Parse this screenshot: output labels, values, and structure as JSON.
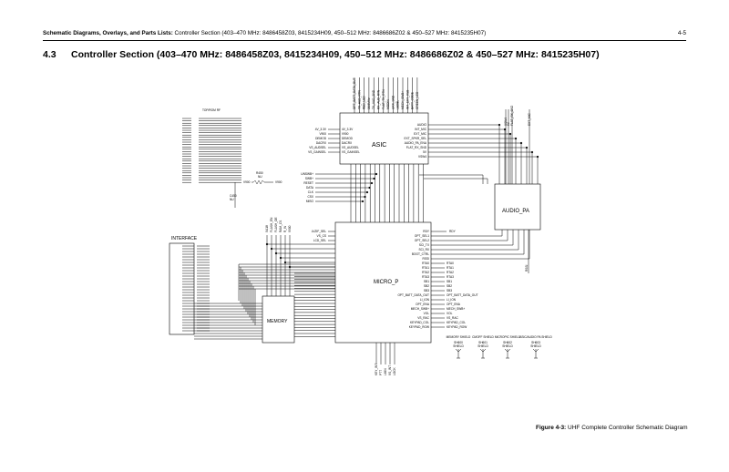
{
  "header": {
    "section_bold": "Schematic Diagrams, Overlays, and Parts Lists:",
    "section_rest": "Controller Section (403–470 MHz: 8486458Z03, 8415234H09, 450–512 MHz: 8486686Z02 & 450–527 MHz: 8415235H07)",
    "page_number": "4-5"
  },
  "title": {
    "number": "4.3",
    "text": "Controller Section (403–470 MHz: 8486458Z03, 8415234H09, 450–512 MHz: 8486686Z02 & 450–527 MHz: 8415235H07)"
  },
  "schematic": {
    "asic": {
      "label": "ASIC",
      "left_pins": [
        "4V_3.3V",
        "V900",
        "DEMOD",
        "DACRX",
        "VS_AUDSEL",
        "VS_GAINSEL"
      ],
      "top_pins": [
        "OPT_BATT_DATA_OUT",
        "TX_AUD_RTN",
        "RED_LED",
        "16.8MHz",
        "TX_AUD_SND",
        "RX_AUD_RTN",
        "FLAT_TX_RTN",
        "MODIN",
        "URX_SND",
        "LEDBL",
        "MECH_SWB+",
        "INT_EXT_VSB",
        "BATT_CODE",
        "GREEN_LED"
      ],
      "right_pins": [
        "AUDIO",
        "INT_MIC",
        "EXT_MIC",
        "EXT_SPKR_SEL",
        "AUDIO_PA_ENA",
        "FLAT_RX_SND",
        "5V",
        "VSW4"
      ],
      "bottom_inputs": [
        "UNSWB+",
        "SWB+",
        "RESET",
        "DATA",
        "CLK",
        "CSX",
        "MISO"
      ]
    },
    "audio_pa": {
      "label": "AUDIO_PA",
      "top_pins": [
        "VSW4",
        "5V",
        "FLAT_RX_SND",
        "EXT_MIC"
      ]
    },
    "micro_p": {
      "label": "MICRO_P",
      "left_inputs": [
        "LVZIF_SEL",
        "VS_CS",
        "LCD_SEL"
      ],
      "right_pins": [
        "RDY",
        "OPT_SEL1",
        "OPT_SEL2",
        "SCI_TX",
        "SCI_RX",
        "BOOT_CTRL",
        "RSSI"
      ],
      "outputs": [
        "RTA0",
        "RTA1",
        "RTA2",
        "RTA3",
        "SB1",
        "SB2",
        "SB3",
        "OPT_BATT_DATA_OUT",
        "LI_ION",
        "OPT_ENA",
        "MECH_SWB+",
        "VOL",
        "VS_RAC",
        "KEYPAD_COL",
        "KEYPAD_ROW"
      ],
      "bottom_pins": [
        "KEY_INT",
        "PTT",
        "LMIN",
        "VS_INT",
        "LOCK"
      ],
      "rssi_label": "RSSI"
    },
    "toprom": {
      "label": "TOP/ROM RF",
      "resistor": "R450",
      "resistor_value": "NU",
      "capacitor": "C450",
      "capacitor_value": "NU",
      "net_left": "V900",
      "net_right": "V900"
    },
    "interface": {
      "label": "INTERFACE"
    },
    "memory": {
      "label": "MEMORY",
      "top_nets": [
        "XA18",
        "FLASH_EN",
        "FLASH_OE",
        "RAM_CS",
        "R_W",
        "V900"
      ]
    },
    "shields": [
      {
        "title": "MEMORY SHIELD",
        "ref": "SH600",
        "name": "SHIELD"
      },
      {
        "title": "CMOFF SHIELD",
        "ref": "SH601",
        "name": "SHIELD"
      },
      {
        "title": "MICROPIC SHIELD",
        "ref": "SH602",
        "name": "SHIELD"
      },
      {
        "title": "ASIC/AUDIO PA SHIELD",
        "ref": "SH603",
        "name": "SHIELD"
      }
    ]
  },
  "caption": {
    "bold": "Figure 4-3:",
    "text": "UHF Complete Controller Schematic Diagram"
  }
}
